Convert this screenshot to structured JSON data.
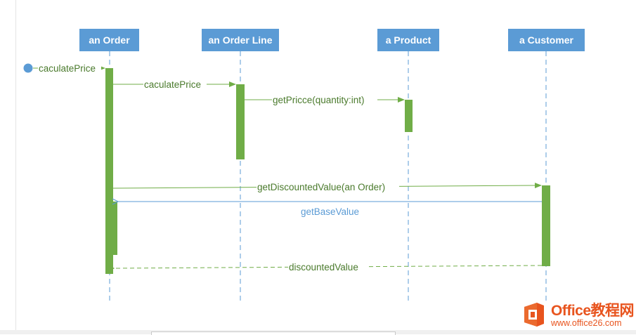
{
  "diagram": {
    "lifelines": [
      {
        "id": "order",
        "label": "an Order"
      },
      {
        "id": "order_line",
        "label": "an Order Line"
      },
      {
        "id": "product",
        "label": "a Product"
      },
      {
        "id": "customer",
        "label": "a Customer"
      }
    ],
    "messages": [
      {
        "label": "caculatePrice",
        "from": "start",
        "to": "order",
        "kind": "sync"
      },
      {
        "label": "caculatePrice",
        "from": "order",
        "to": "order_line",
        "kind": "sync"
      },
      {
        "label": "getPricce(quantity:int)",
        "from": "order_line",
        "to": "product",
        "kind": "sync"
      },
      {
        "label": "getDiscountedValue(an Order)",
        "from": "order",
        "to": "customer",
        "kind": "sync"
      },
      {
        "label": "getBaseValue",
        "from": "customer",
        "to": "order",
        "kind": "call"
      },
      {
        "label": "discountedValue",
        "from": "customer",
        "to": "order",
        "kind": "return"
      }
    ]
  },
  "colors": {
    "lifeline_head": "#5b9bd5",
    "activation": "#70ad47",
    "sync_message": "#70ad47",
    "call_message": "#5b9bd5",
    "lifeline": "#5b9bd5"
  },
  "watermark": {
    "title": "Office教程网",
    "url": "www.office26.com",
    "logo_icon": "office-logo-icon"
  }
}
